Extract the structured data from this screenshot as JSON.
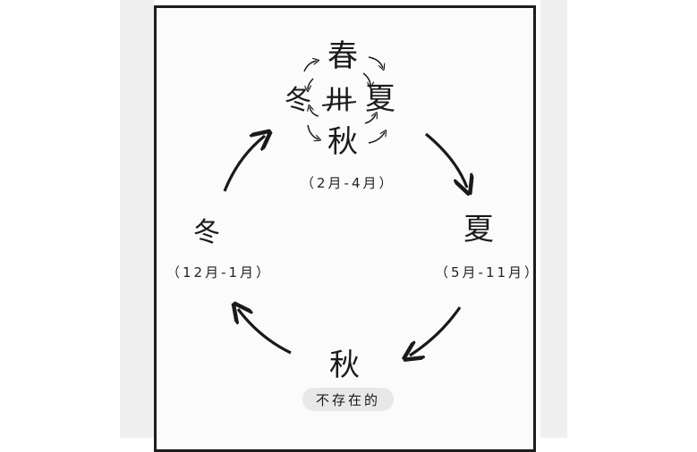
{
  "center": {
    "top": "春",
    "left": "冬",
    "middle": "卅",
    "right": "夏",
    "bottom": "秋",
    "range": "（2月-4月）"
  },
  "right_node": {
    "season": "夏",
    "range": "（5月-11月）"
  },
  "left_node": {
    "season": "冬",
    "range": "（12月-1月）"
  },
  "bottom_node": {
    "season": "秋",
    "tag": "不存在的"
  },
  "colors": {
    "ink": "#1a1a1a",
    "frame": "#1e1e1e",
    "tag_bg": "#e8e8e8",
    "side": "#efefef"
  }
}
